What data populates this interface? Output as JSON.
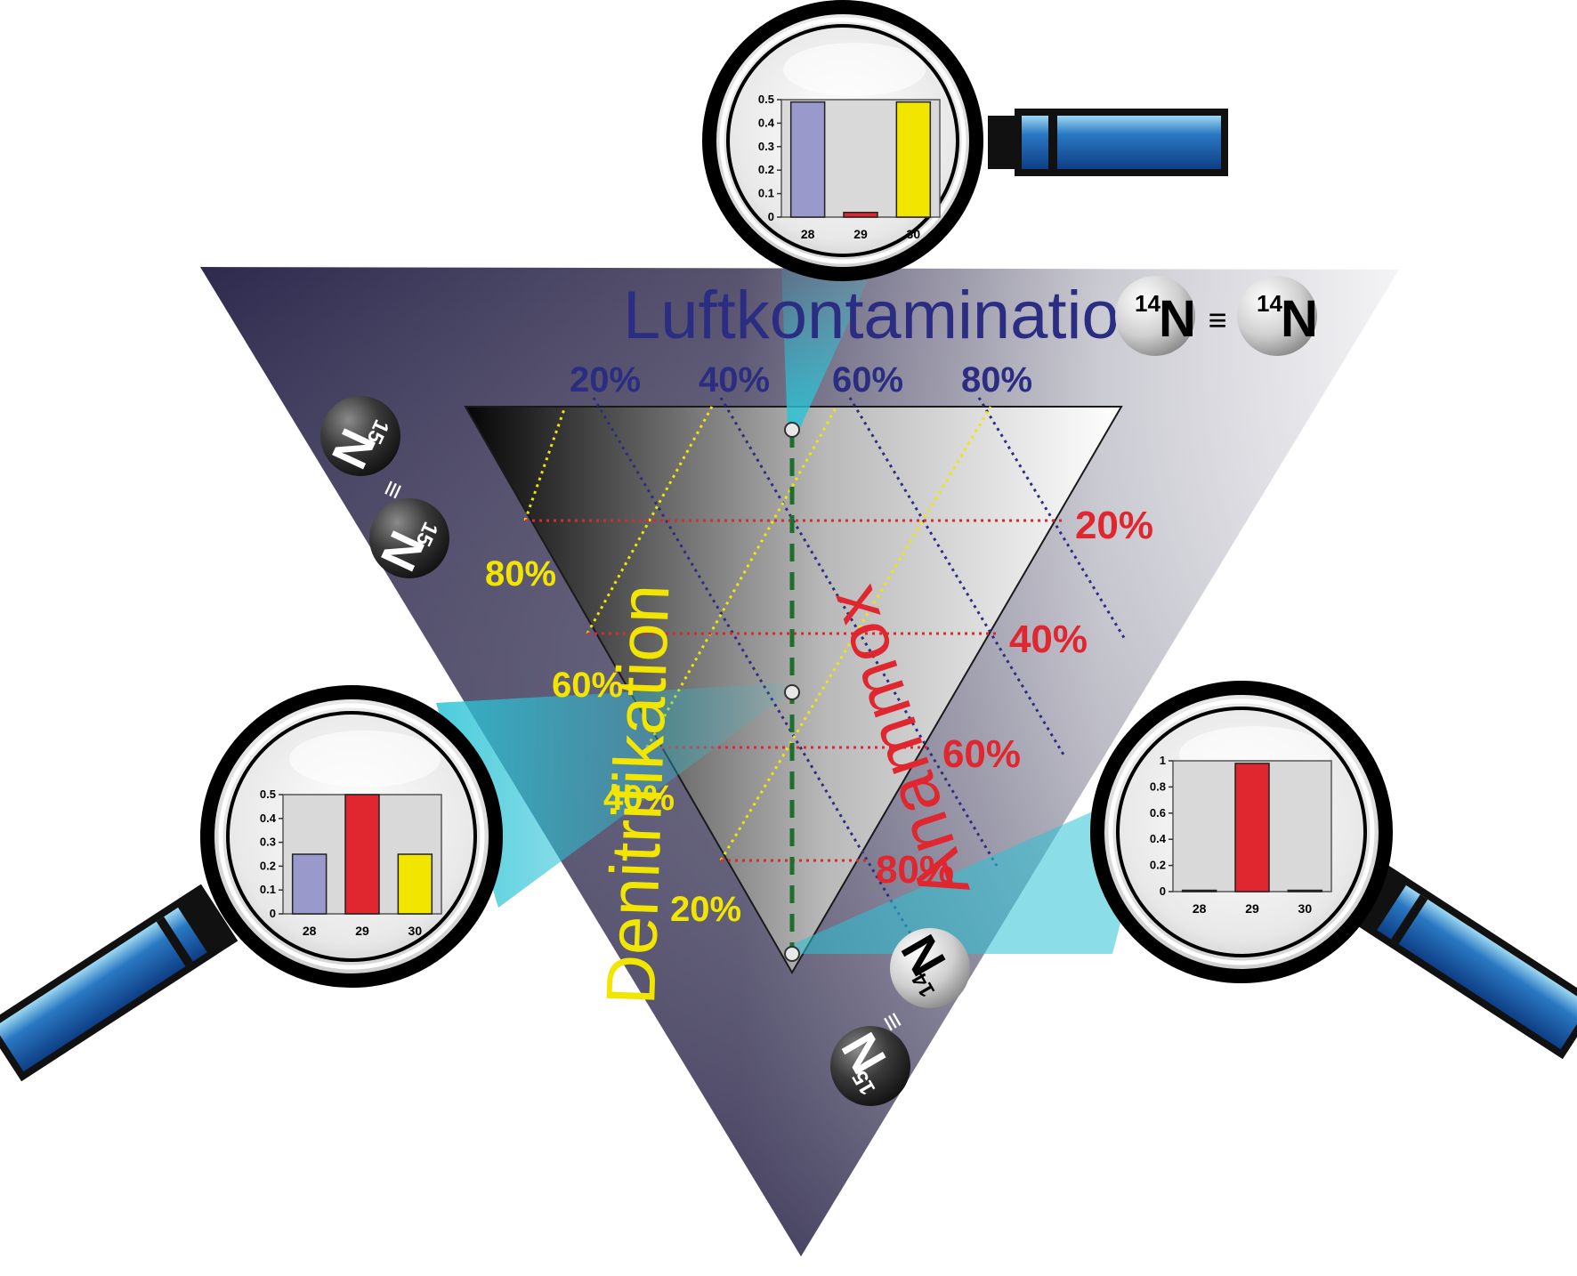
{
  "labels": {
    "top": "Luftkontamination",
    "left": "Denitrifikation",
    "right": "Anammox"
  },
  "axes": {
    "top_ticks": [
      "20%",
      "40%",
      "60%",
      "80%"
    ],
    "left_ticks": [
      "20%",
      "40%",
      "60%",
      "80%"
    ],
    "right_ticks": [
      "20%",
      "40%",
      "60%",
      "80%"
    ]
  },
  "molecules": {
    "n14_n14": {
      "mass_left": "14",
      "mass_right": "14",
      "symbol": "N",
      "bond": "≡"
    },
    "n15_n15": {
      "mass_top": "15",
      "mass_bottom": "15",
      "symbol": "N",
      "bond": "≡"
    },
    "n14_n15": {
      "mass_top": "14",
      "mass_bottom": "15",
      "symbol": "N",
      "bond": "≡"
    }
  },
  "colors": {
    "top_accent": "#2b2d82",
    "left_accent": "#f2e600",
    "right_accent": "#e0262e",
    "bar_28": "#9999cc",
    "bar_29": "#e0262e",
    "bar_30": "#f2e600",
    "dashed_line": "#1e6e2e",
    "handle": "#1a5fa8"
  },
  "chart_data": [
    {
      "type": "bar",
      "panel": "top",
      "categories": [
        "28",
        "29",
        "30"
      ],
      "values": [
        0.49,
        0.02,
        0.49
      ],
      "ylim": [
        0,
        0.5
      ],
      "yticks": [
        "0",
        "0.1",
        "0.2",
        "0.3",
        "0.4",
        "0.5"
      ]
    },
    {
      "type": "bar",
      "panel": "left",
      "categories": [
        "28",
        "29",
        "30"
      ],
      "values": [
        0.25,
        0.5,
        0.25
      ],
      "ylim": [
        0,
        0.5
      ],
      "yticks": [
        "0",
        "0.1",
        "0.2",
        "0.3",
        "0.4",
        "0.5"
      ]
    },
    {
      "type": "bar",
      "panel": "right",
      "categories": [
        "28",
        "29",
        "30"
      ],
      "values": [
        0.01,
        0.98,
        0.01
      ],
      "ylim": [
        0,
        1
      ],
      "yticks": [
        "0",
        "0.2",
        "0.4",
        "0.6",
        "0.8",
        "1"
      ]
    }
  ]
}
